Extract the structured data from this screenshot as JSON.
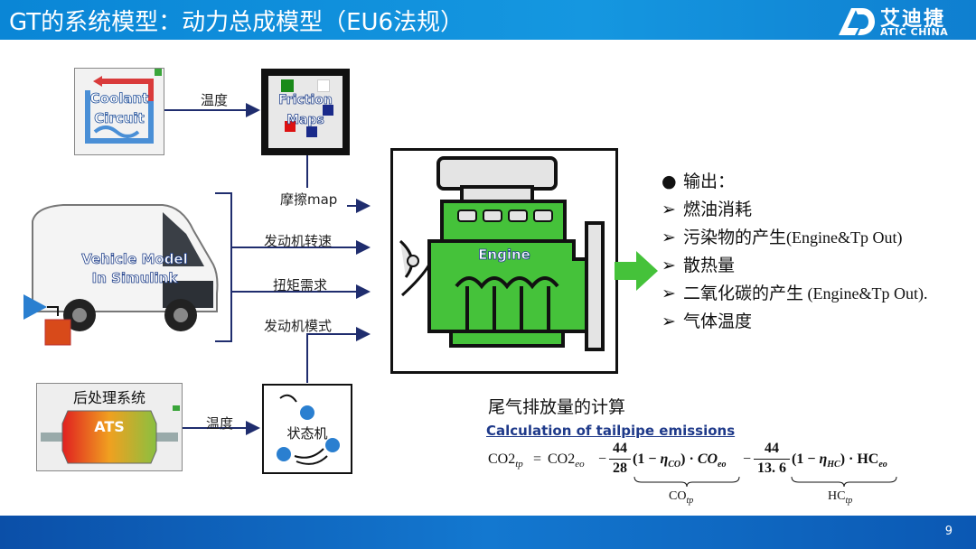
{
  "header": {
    "title": "GT的系统模型：动力总成模型（EU6法规）",
    "logo_cn": "艾迪捷",
    "logo_en": "ATIC CHINA"
  },
  "blocks": {
    "coolant": "Coolant\nCircuit",
    "coolant_line1": "Coolant",
    "coolant_line2": "Circuit",
    "friction_line1": "Friction",
    "friction_line2": "Maps",
    "vehicle_line1": "Vehicle Model",
    "vehicle_line2": "In Simulink",
    "aftertreatment": "后处理系统",
    "ats": "ATS",
    "state_machine": "状态机",
    "engine": "Engine"
  },
  "labels": {
    "temp_top": "温度",
    "friction_map": "摩擦map",
    "engine_speed": "发动机转速",
    "torque_demand": "扭矩需求",
    "engine_mode": "发动机模式",
    "temp_bottom": "温度"
  },
  "outputs": {
    "title": "输出：",
    "items": [
      {
        "cn": "燃油消耗",
        "en": ""
      },
      {
        "cn": "污染物的产生",
        "en": "(Engine&Tp Out)"
      },
      {
        "cn": "散热量",
        "en": ""
      },
      {
        "cn": "二氧化碳的产生",
        "en": " (Engine&Tp Out)."
      },
      {
        "cn": "气体温度",
        "en": ""
      }
    ]
  },
  "emissions": {
    "heading_cn": "尾气排放量的计算",
    "heading_en": "Calculation of tailpipe emissions",
    "co2": "CO2",
    "sub_tp": "tp",
    "sub_eo": "eo",
    "eq": "=",
    "minus": "−",
    "num1": "44",
    "den1": "28",
    "eta_co": "CO",
    "co": "CO",
    "num2": "44",
    "den2": "13. 6",
    "eta_hc": "HC",
    "hc": "HC",
    "brace_co": "CO",
    "brace_hc": "HC"
  },
  "footer": {
    "page": "9"
  },
  "colors": {
    "header": "#1597e0",
    "footer": "#0b58b3",
    "engine_green": "#45c23a",
    "arrow_navy": "#1f2d6e"
  }
}
